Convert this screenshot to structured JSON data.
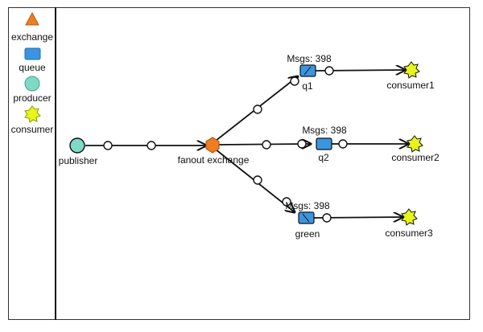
{
  "legend": {
    "exchange": "exchange",
    "queue": "queue",
    "producer": "producer",
    "consumer": "consumer"
  },
  "colors": {
    "exchange": "#ef7d22",
    "queue": "#3a95e0",
    "producer": "#7fd9c4",
    "consumer": "#e7f51a"
  },
  "nodes": {
    "publisher": "publisher",
    "exchange": "fanout exchange",
    "q1": "q1",
    "q2": "q2",
    "green": "green",
    "consumer1": "consumer1",
    "consumer2": "consumer2",
    "consumer3": "consumer3"
  },
  "queues": {
    "q1_msgs": "Msgs: 398",
    "q2_msgs": "Msgs: 398",
    "green_msgs": "Msgs: 398"
  }
}
